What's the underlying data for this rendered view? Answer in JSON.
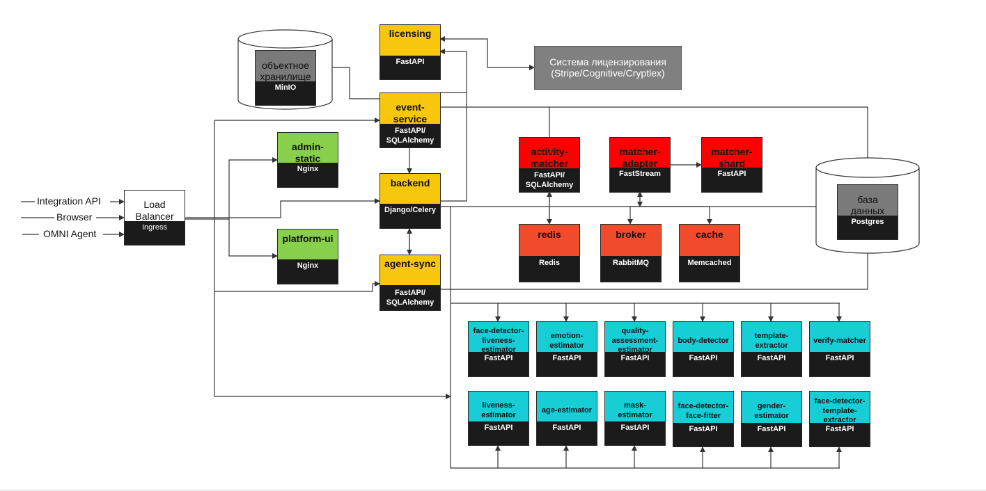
{
  "inputs": {
    "integration_api": "Integration API",
    "browser": "Browser",
    "omni_agent": "OMNI Agent"
  },
  "load_balancer": {
    "title_line1": "Load",
    "title_line2": "Balancer",
    "tech": "Ingress"
  },
  "object_storage": {
    "title_line1": "объектное",
    "title_line2": "хранилище",
    "tech": "MinIO"
  },
  "database": {
    "title_line1": "база",
    "title_line2": "данных",
    "tech": "Postgres"
  },
  "licensing_system": {
    "line1": "Система лицензирования",
    "line2": "(Stripe/Cognitive/Cryptlex)"
  },
  "services": {
    "licensing": {
      "title": "licensing",
      "tech": "FastAPI"
    },
    "event_service": {
      "title_line1": "event-",
      "title_line2": "service",
      "tech_line1": "FastAPI/",
      "tech_line2": "SQLAlchemy"
    },
    "admin_static": {
      "title_line1": "admin-",
      "title_line2": "static",
      "tech": "Nginx"
    },
    "backend": {
      "title": "backend",
      "tech": "Django/Celery"
    },
    "platform_ui": {
      "title": "platform-ui",
      "tech": "Nginx"
    },
    "agent_sync": {
      "title": "agent-sync",
      "tech_line1": "FastAPI/",
      "tech_line2": "SQLAlchemy"
    },
    "activity_matcher": {
      "title_line1": "activity-",
      "title_line2": "matcher",
      "tech_line1": "FastAPI/",
      "tech_line2": "SQLAlchemy"
    },
    "matcher_adapter": {
      "title_line1": "matcher-",
      "title_line2": "adapter",
      "tech": "FastStream"
    },
    "matcher_shard": {
      "title_line1": "matcher-",
      "title_line2": "shard",
      "tech": "FastAPI"
    },
    "redis": {
      "title": "redis",
      "tech": "Redis"
    },
    "broker": {
      "title": "broker",
      "tech": "RabbitMQ"
    },
    "cache": {
      "title": "cache",
      "tech": "Memcached"
    }
  },
  "estimators_row1": [
    {
      "lines": [
        "face-detector-",
        "liveness-",
        "estimator"
      ],
      "tech": "FastAPI"
    },
    {
      "lines": [
        "emotion-",
        "estimator"
      ],
      "tech": "FastAPI"
    },
    {
      "lines": [
        "quality-",
        "assessment-",
        "estimator"
      ],
      "tech": "FastAPI"
    },
    {
      "lines": [
        "body-detector"
      ],
      "tech": "FastAPI"
    },
    {
      "lines": [
        "template-",
        "extractor"
      ],
      "tech": "FastAPI"
    },
    {
      "lines": [
        "verify-matcher"
      ],
      "tech": "FastAPI"
    }
  ],
  "estimators_row2": [
    {
      "lines": [
        "liveness-",
        "estimator"
      ],
      "tech": "FastAPI"
    },
    {
      "lines": [
        "age-estimator"
      ],
      "tech": "FastAPI"
    },
    {
      "lines": [
        "mask-",
        "estimator"
      ],
      "tech": "FastAPI"
    },
    {
      "lines": [
        "face-detector-",
        "face-fitter"
      ],
      "tech": "FastAPI"
    },
    {
      "lines": [
        "gender-",
        "estimator"
      ],
      "tech": "FastAPI"
    },
    {
      "lines": [
        "face-detector-",
        "template-",
        "extractor"
      ],
      "tech": "FastAPI"
    }
  ],
  "colors": {
    "core_service": "#f7c70d",
    "static_service": "#88d04b",
    "matcher_service": "#ff0000",
    "infra_service": "#f04b2c",
    "estimator_service": "#17cdd6",
    "storage": "#7a7a7a",
    "tech_bar": "#1b1b1b"
  }
}
